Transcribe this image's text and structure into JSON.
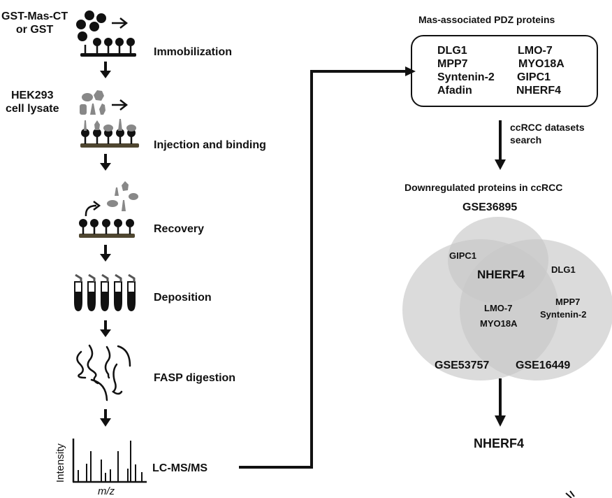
{
  "workflow": {
    "inputs": {
      "bait_line1": "GST-Mas-CT",
      "bait_line2": "or GST",
      "lysate_line1": "HEK293",
      "lysate_line2": "cell lysate"
    },
    "steps": [
      {
        "label": "Immobilization"
      },
      {
        "label": "Injection and binding"
      },
      {
        "label": "Recovery"
      },
      {
        "label": "Deposition"
      },
      {
        "label": "FASP digestion"
      },
      {
        "label": "LC-MS/MS"
      }
    ],
    "spectrum": {
      "ylabel": "Intensity",
      "xlabel": "m/z"
    }
  },
  "pdz_panel": {
    "title": "Mas-associated PDZ proteins",
    "proteins_left": [
      "DLG1",
      "MPP7",
      "Syntenin-2",
      "Afadin"
    ],
    "proteins_right": [
      "LMO-7",
      "MYO18A",
      "GIPC1",
      "NHERF4"
    ],
    "arrow_label_line1": "ccRCC datasets",
    "arrow_label_line2": "search"
  },
  "venn": {
    "title": "Downregulated proteins in ccRCC",
    "sets": {
      "top": "GSE36895",
      "left": "GSE53757",
      "right": "GSE16449"
    },
    "regions": {
      "top_left": "GIPC1",
      "center": "NHERF4",
      "left_right_1": "LMO-7",
      "left_right_2": "MYO18A",
      "right_only_1": "DLG1",
      "right_only_2": "MPP7",
      "right_only_3": "Syntenin-2"
    },
    "colors": {
      "circle_fill": "#c8c8c8",
      "text": "#111111"
    }
  },
  "result": {
    "label": "NHERF4"
  }
}
